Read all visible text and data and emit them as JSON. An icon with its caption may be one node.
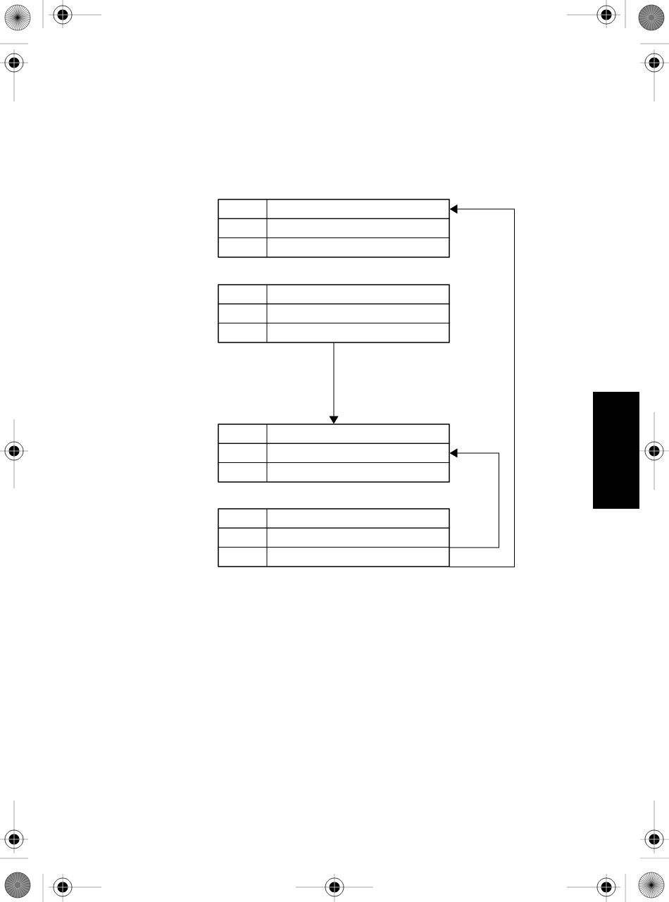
{
  "diagram": {
    "nodes": [
      {
        "text": [],
        "shape": "box"
      },
      {
        "text": [],
        "shape": "box",
        "in": 0
      },
      {
        "text": [],
        "shape": "box",
        "in": 0
      },
      {
        "text": [],
        "shape": "box",
        "in": 0
      },
      {
        "text": [],
        "shape": "box"
      },
      {
        "text": [],
        "shape": "box",
        "in": 4
      },
      {
        "text": [],
        "shape": "box",
        "in": 4
      },
      {
        "text": [],
        "shape": "box",
        "in": 4
      },
      {
        "text": [],
        "shape": "box"
      },
      {
        "text": [],
        "shape": "box",
        "in": 8
      },
      {
        "text": [],
        "shape": "box",
        "in": 8
      },
      {
        "text": [],
        "shape": "box",
        "in": 8
      },
      {
        "text": [],
        "shape": "box"
      },
      {
        "text": [],
        "shape": "box",
        "in": 12
      },
      {
        "text": [],
        "shape": "box",
        "in": 12
      },
      {
        "text": [],
        "shape": "box",
        "in": 12
      }
    ],
    "edges": [
      {
        "from": 4,
        "to": 8,
        "arrow": "to"
      },
      {
        "from": 14,
        "to": 10,
        "arrow": "to"
      },
      {
        "from": 15,
        "to": 1,
        "arrow": "to"
      }
    ]
  }
}
